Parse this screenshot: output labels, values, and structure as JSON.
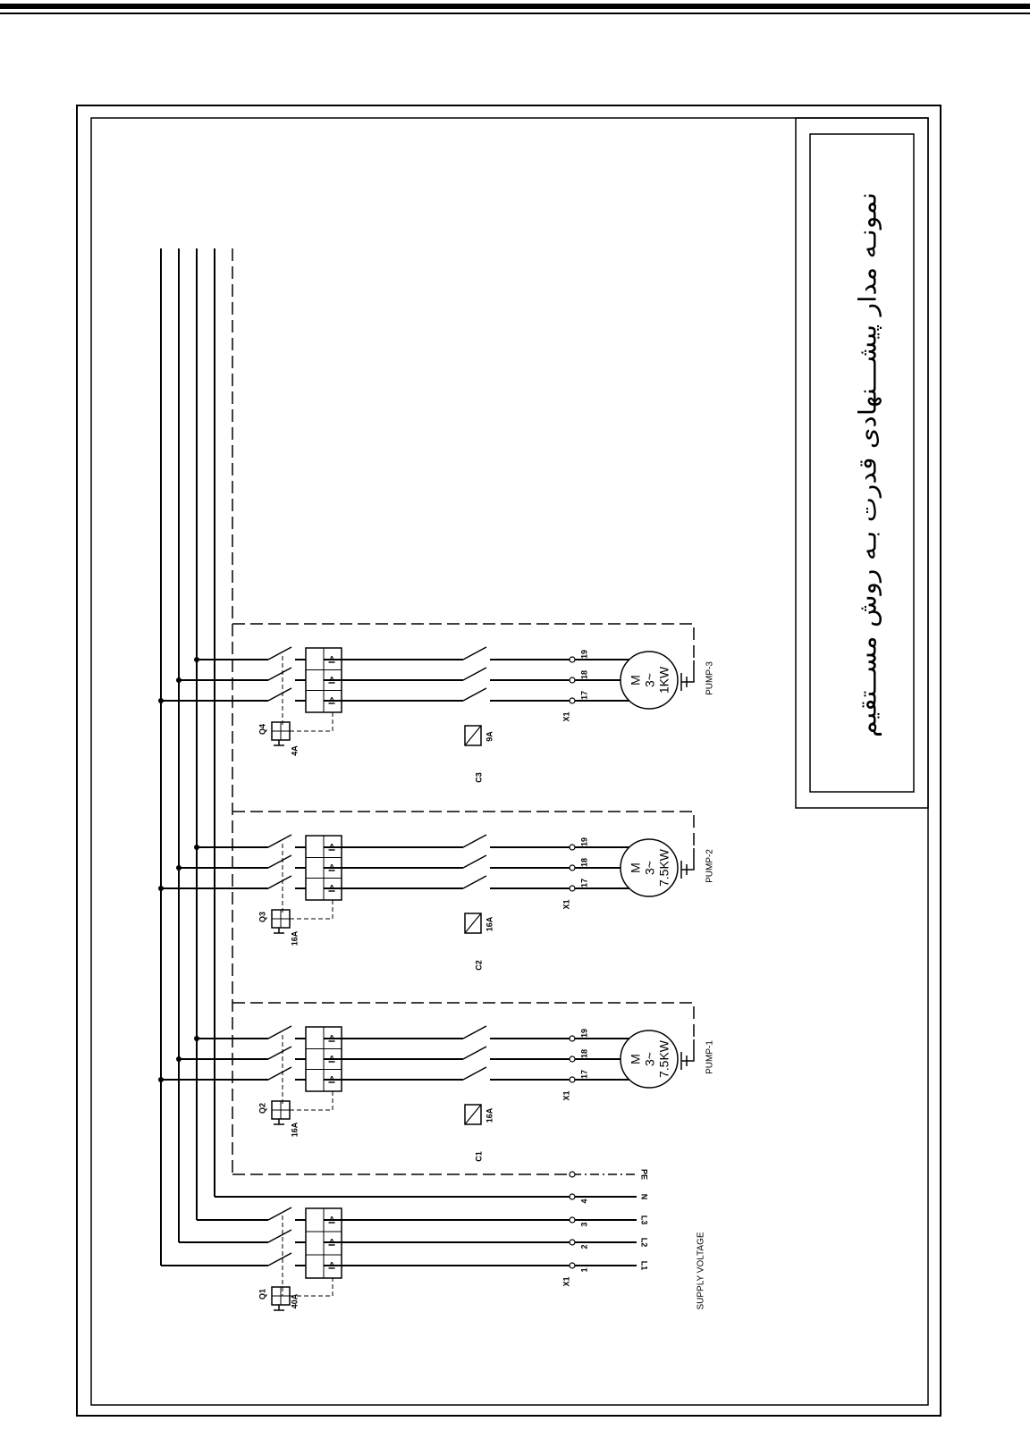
{
  "title": "نمونـه مدار پیشـــنهادی قدرت بـه روش مســتقیم",
  "supply": {
    "label": "SUPPLY VOLTAGE",
    "breaker_tag": "Q1",
    "breaker_rating": "40A",
    "terminal_strip": "X1",
    "terminal_numbers": [
      "1",
      "2",
      "3",
      "4"
    ],
    "line_names": [
      "L1",
      "L2",
      "L3",
      "N",
      "PE"
    ]
  },
  "overload_marks": [
    "I>",
    "I>",
    "I>"
  ],
  "feeders": [
    {
      "breaker_tag": "Q2",
      "breaker_rating": "16A",
      "contactor_tag": "C1",
      "contactor_rating": "16A",
      "terminal_strip": "X1",
      "terminals": [
        "17",
        "18",
        "19"
      ],
      "motor_symbol": "M",
      "motor_phase": "3~",
      "motor_power": "7.5KW",
      "pump_label": "PUMP-1"
    },
    {
      "breaker_tag": "Q3",
      "breaker_rating": "16A",
      "contactor_tag": "C2",
      "contactor_rating": "16A",
      "terminal_strip": "X1",
      "terminals": [
        "17",
        "18",
        "19"
      ],
      "motor_symbol": "M",
      "motor_phase": "3~",
      "motor_power": "7.5KW",
      "pump_label": "PUMP-2"
    },
    {
      "breaker_tag": "Q4",
      "breaker_rating": "4A",
      "contactor_tag": "C3",
      "contactor_rating": "9A",
      "terminal_strip": "X1",
      "terminals": [
        "17",
        "18",
        "19"
      ],
      "motor_symbol": "M",
      "motor_phase": "3~",
      "motor_power": "1KW",
      "pump_label": "PUMP-3"
    }
  ]
}
